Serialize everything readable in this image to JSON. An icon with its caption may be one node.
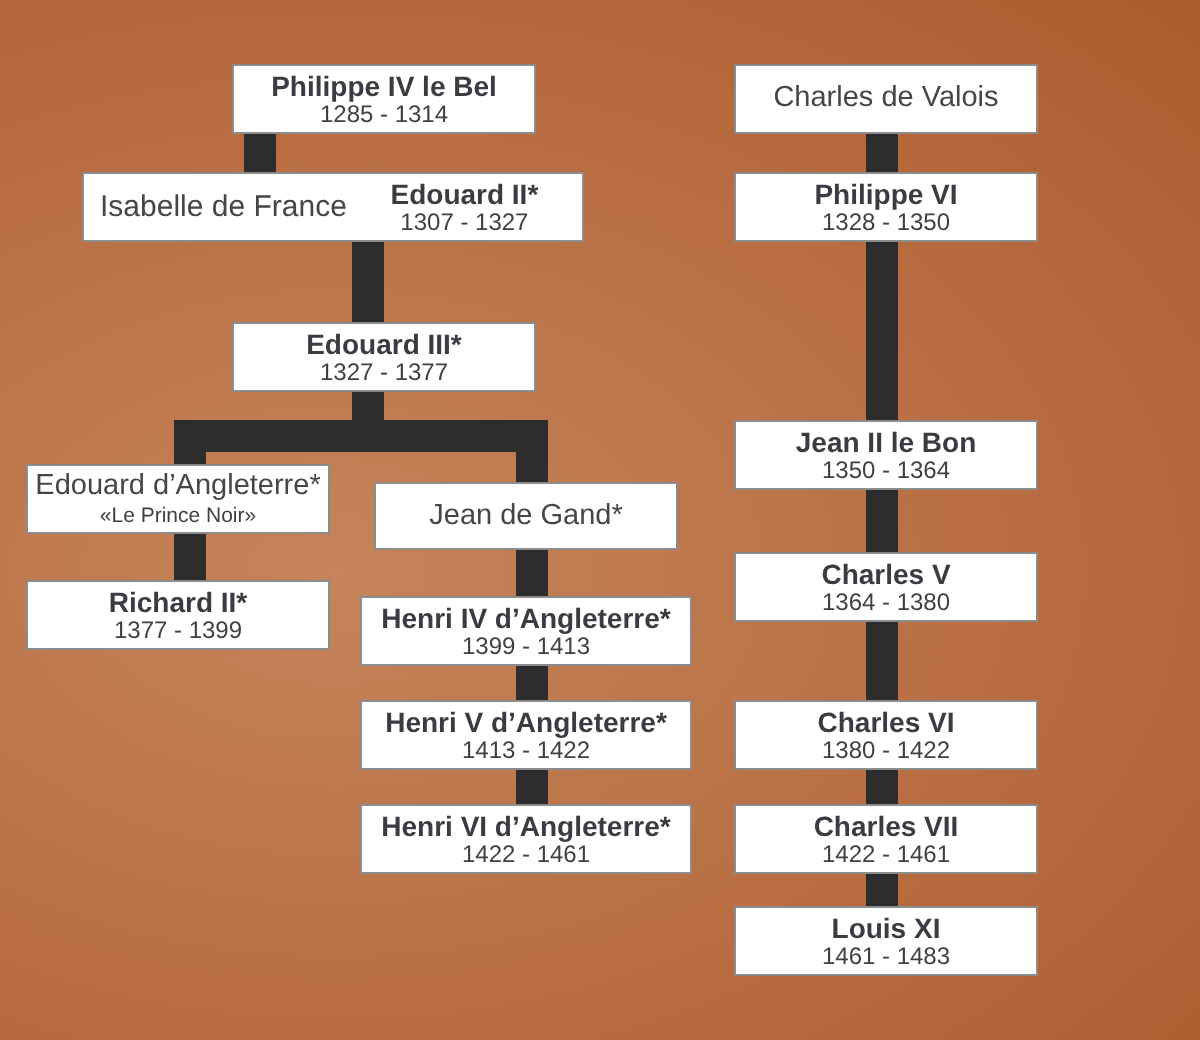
{
  "diagram": {
    "nodes": [
      {
        "text": [
          "Philippe IV le Bel",
          "1285 - 1314"
        ]
      },
      {
        "text": [
          "Isabelle de France",
          "Edouard II*",
          "1307 - 1327"
        ]
      },
      {
        "text": [
          "Edouard III*",
          "1327 - 1377"
        ]
      },
      {
        "text": [
          "Edouard d’Angleterre*",
          "«Le Prince Noir»"
        ]
      },
      {
        "text": [
          "Jean de Gand*"
        ]
      },
      {
        "text": [
          "Richard II*",
          "1377 - 1399"
        ]
      },
      {
        "text": [
          "Henri IV d’Angleterre*",
          "1399 - 1413"
        ]
      },
      {
        "text": [
          "Henri V d’Angleterre*",
          "1413 - 1422"
        ]
      },
      {
        "text": [
          "Henri VI d’Angleterre*",
          "1422 - 1461"
        ]
      },
      {
        "text": [
          "Charles de Valois"
        ]
      },
      {
        "text": [
          "Philippe VI",
          "1328 - 1350"
        ]
      },
      {
        "text": [
          "Jean II le Bon",
          "1350 - 1364"
        ]
      },
      {
        "text": [
          "Charles V",
          "1364 - 1380"
        ]
      },
      {
        "text": [
          "Charles VI",
          "1380 - 1422"
        ]
      },
      {
        "text": [
          "Charles VII",
          "1422 - 1461"
        ]
      },
      {
        "text": [
          "Louis XI",
          "1461 - 1483"
        ]
      }
    ],
    "edges": [
      {
        "from": 0,
        "to": 1,
        "arrow": "none"
      },
      {
        "from": 1,
        "to": 2,
        "arrow": "none"
      },
      {
        "from": 2,
        "to": 3,
        "arrow": "none"
      },
      {
        "from": 2,
        "to": 4,
        "arrow": "none"
      },
      {
        "from": 3,
        "to": 5,
        "arrow": "none"
      },
      {
        "from": 4,
        "to": 6,
        "arrow": "none"
      },
      {
        "from": 6,
        "to": 7,
        "arrow": "none"
      },
      {
        "from": 7,
        "to": 8,
        "arrow": "none"
      },
      {
        "from": 9,
        "to": 10,
        "arrow": "none"
      },
      {
        "from": 10,
        "to": 11,
        "arrow": "none"
      },
      {
        "from": 11,
        "to": 12,
        "arrow": "none"
      },
      {
        "from": 12,
        "to": 13,
        "arrow": "none"
      },
      {
        "from": 13,
        "to": 14,
        "arrow": "none"
      },
      {
        "from": 14,
        "to": 15,
        "arrow": "none"
      }
    ]
  }
}
